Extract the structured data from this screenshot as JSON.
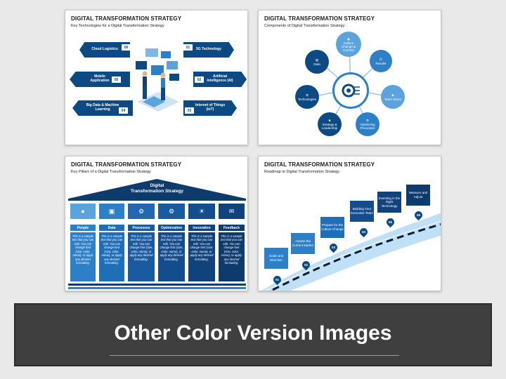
{
  "slide1": {
    "title": "DIGITAL TRANSFORMATION STRATEGY",
    "subtitle": "Key Technologies for a Digital Transformation Strategy",
    "items": [
      {
        "num": "06",
        "label": "Cloud Logistics"
      },
      {
        "num": "05",
        "label": "Mobile Application"
      },
      {
        "num": "04",
        "label": "Big Data & Machine Learning"
      },
      {
        "num": "01",
        "label": "5G Technology"
      },
      {
        "num": "02",
        "label": "Artificial Intelligence (AI)"
      },
      {
        "num": "03",
        "label": "Internet of Things (IoT)"
      }
    ]
  },
  "slide2": {
    "title": "DIGITAL TRANSFORMATION STRATEGY",
    "subtitle": "Components of Digital Transformation Strategy",
    "nodes": [
      "Culture Change & Comms",
      "Results",
      "Team Struct",
      "Optimizing Processes",
      "Strategy & Leadership",
      "Technologies",
      "Data"
    ]
  },
  "slide3": {
    "title": "DIGITAL TRANSFORMATION STRATEGY",
    "subtitle": "Key Pillars of a Digital Transformation Strategy",
    "roof_line1": "Digital",
    "roof_line2": "Transformation Strategy",
    "pillars": [
      "People",
      "Data",
      "Processes",
      "Optimization",
      "Innovation",
      "Feedback"
    ],
    "pillar_text": "This is a sample text that you can edit. You can change font (size, color, name), or apply any desired formatting."
  },
  "slide4": {
    "title": "DIGITAL TRANSFORMATION STRATEGY",
    "subtitle": "Roadmap to Digital Transformation Strategy",
    "steps": [
      {
        "num": "01",
        "label": "Goals and Direction"
      },
      {
        "num": "02",
        "label": "Assess the Current Market"
      },
      {
        "num": "03",
        "label": "Prepare for the Culture Change"
      },
      {
        "num": "04",
        "label": "Building Your Executive Team"
      },
      {
        "num": "05",
        "label": "Investing in the Right Technology"
      },
      {
        "num": "06",
        "label": "Measure and Adjust"
      }
    ]
  },
  "banner": {
    "text": "Other Color Version Images"
  },
  "colors": {
    "dark_blue": "#0d4a84",
    "mid_blue": "#2d7fc7",
    "light_blue": "#5ba3dc",
    "banner": "#3f3f3f"
  }
}
